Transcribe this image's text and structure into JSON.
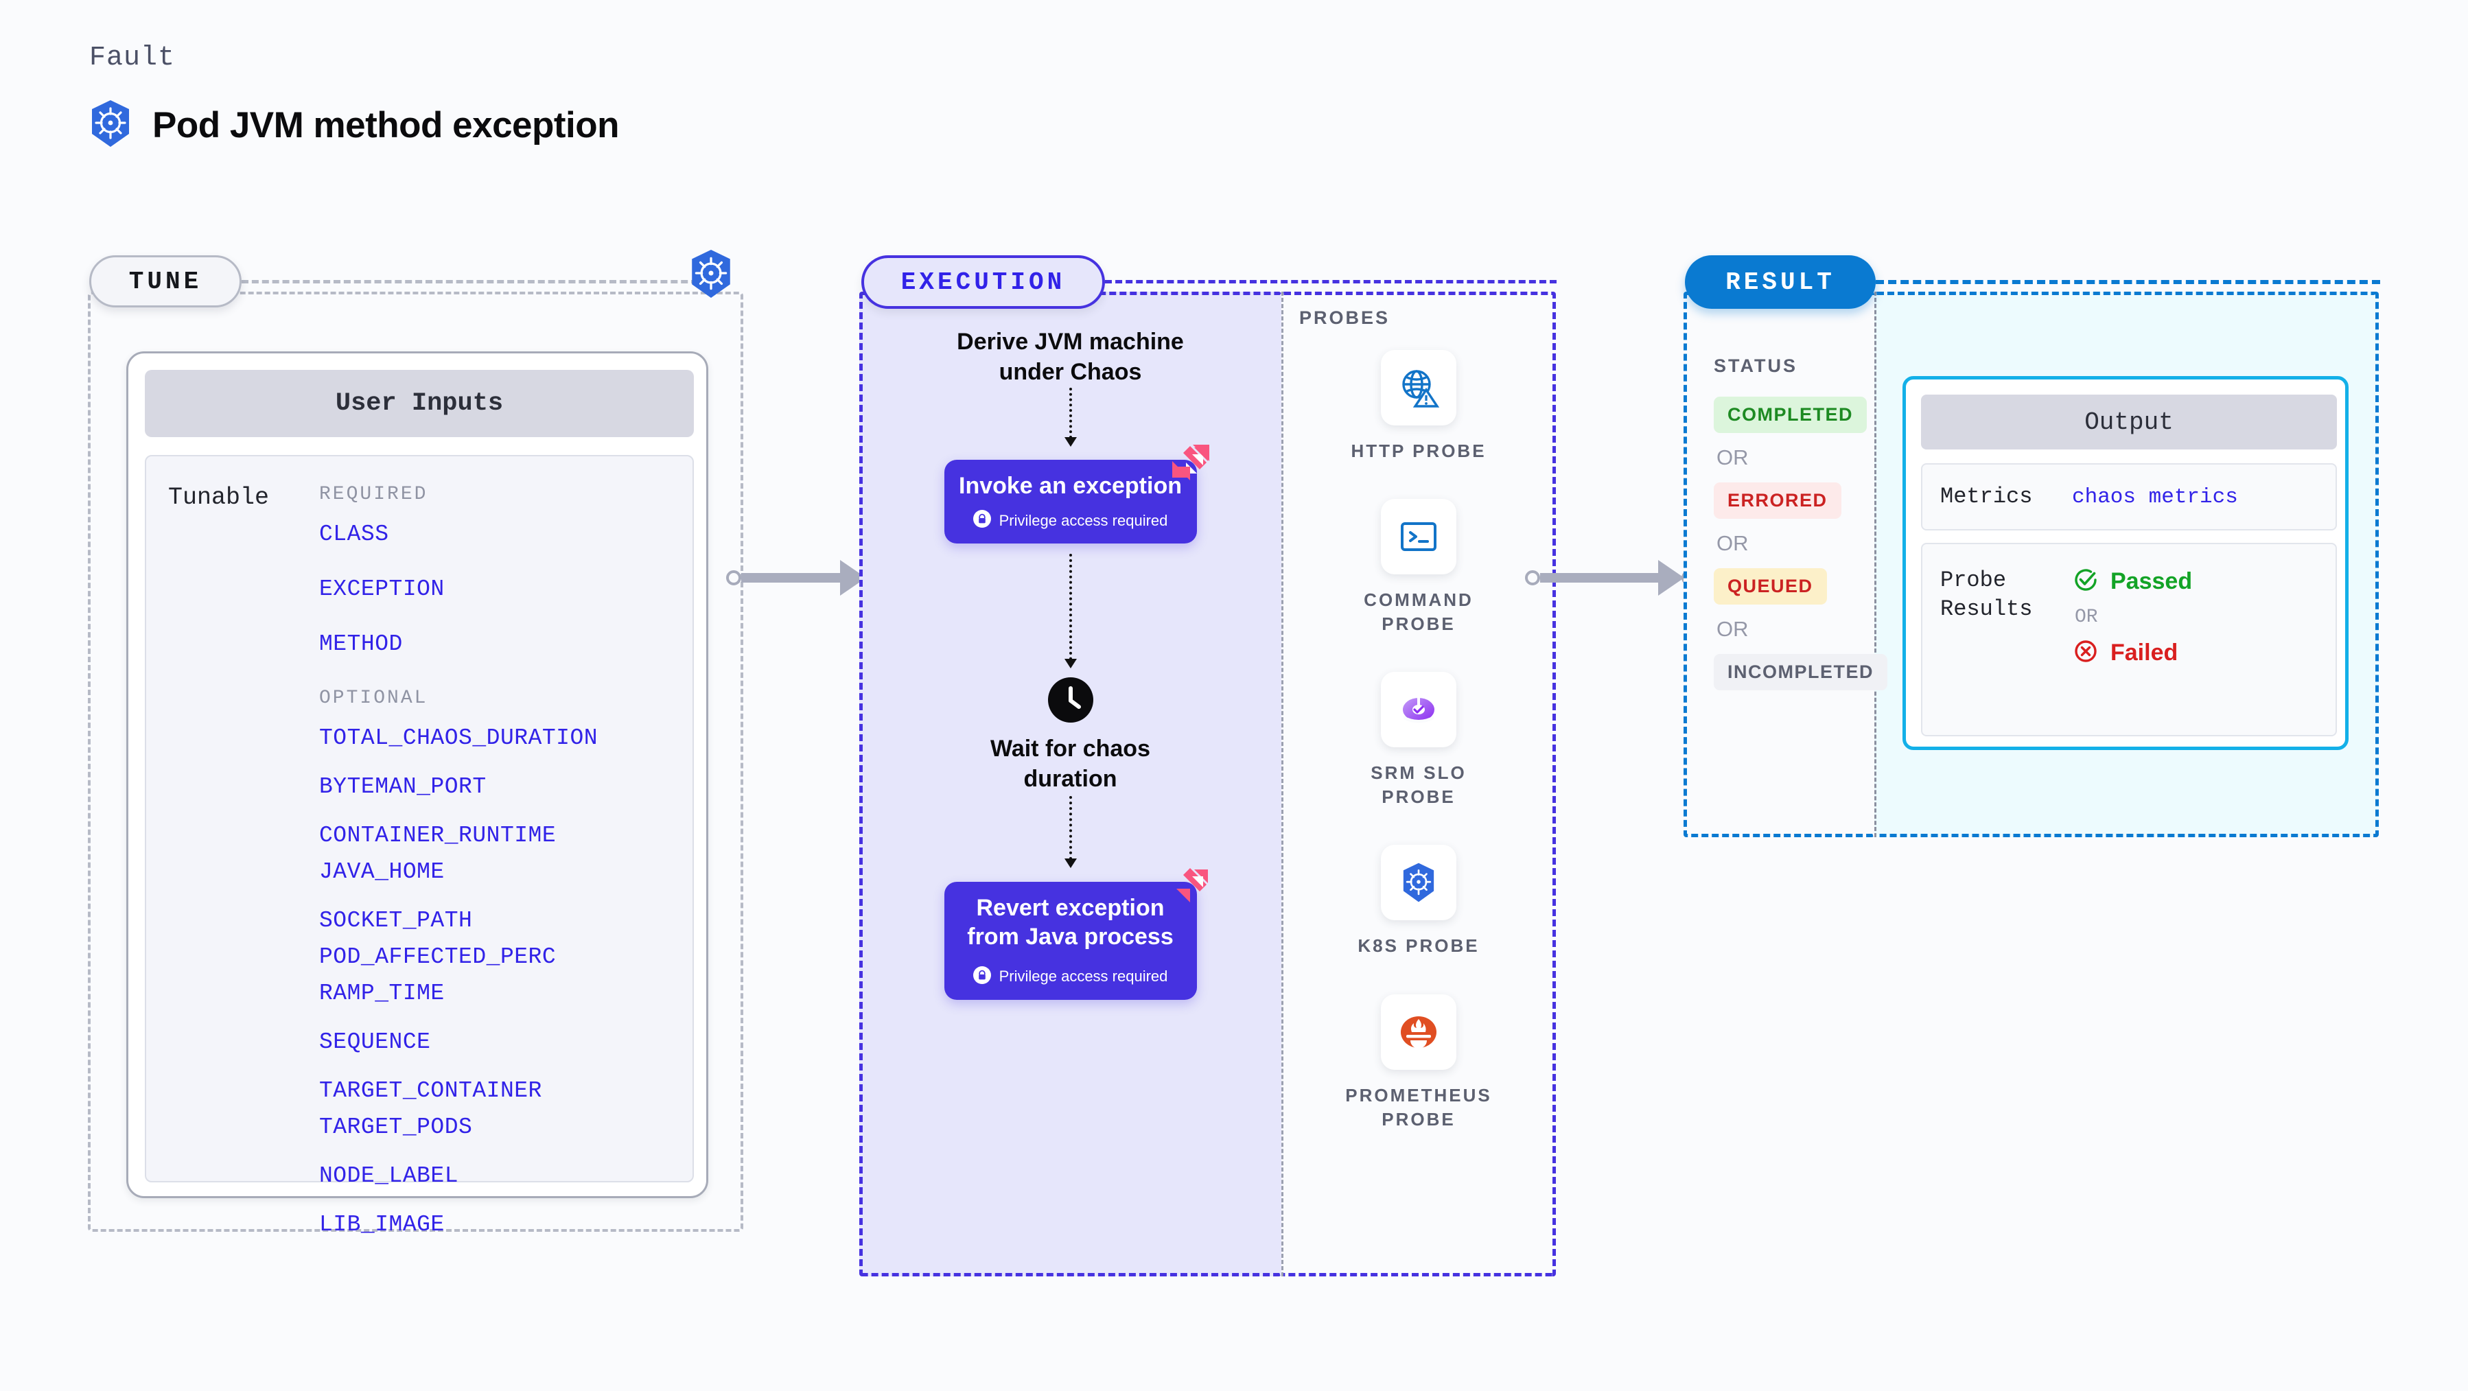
{
  "header": {
    "fault_label": "Fault",
    "title": "Pod JVM method exception",
    "icon": "kubernetes-icon"
  },
  "tune": {
    "pill_label": "TUNE",
    "badge_icon": "kubernetes-icon",
    "card": {
      "header": "User Inputs",
      "side_label": "Tunable",
      "groups": [
        {
          "label": "REQUIRED",
          "params": [
            "CLASS",
            "EXCEPTION",
            "METHOD"
          ]
        },
        {
          "label": "OPTIONAL",
          "params": [
            "TOTAL_CHAOS_DURATION",
            "BYTEMAN_PORT",
            "CONTAINER_RUNTIME",
            "JAVA_HOME",
            "SOCKET_PATH",
            "POD_AFFECTED_PERC",
            "RAMP_TIME",
            "SEQUENCE",
            "TARGET_CONTAINER",
            "TARGET_PODS",
            "NODE_LABEL",
            "LIB_IMAGE"
          ]
        }
      ]
    }
  },
  "execution": {
    "pill_label": "EXECUTION",
    "steps": {
      "derive": "Derive JVM machine\nunder Chaos",
      "invoke_title": "Invoke an exception",
      "invoke_note": "Privilege access required",
      "wait_title": "Wait for chaos\nduration",
      "wait_icon": "clock-icon",
      "revert_title": "Revert exception\nfrom Java process",
      "revert_note": "Privilege access required",
      "badge_icon": "harness-logo-icon",
      "lock_icon": "lock-icon"
    }
  },
  "probes": {
    "label": "PROBES",
    "items": [
      {
        "name": "HTTP  PROBE",
        "icon": "globe-warning-icon"
      },
      {
        "name": "COMMAND\nPROBE",
        "icon": "terminal-icon"
      },
      {
        "name": "SRM  SLO\nPROBE",
        "icon": "srm-slo-icon"
      },
      {
        "name": "K8S  PROBE",
        "icon": "kubernetes-icon"
      },
      {
        "name": "PROMETHEUS\nPROBE",
        "icon": "prometheus-icon"
      }
    ]
  },
  "result": {
    "pill_label": "RESULT",
    "status_label": "STATUS",
    "or_text": "OR",
    "statuses": [
      {
        "label": "COMPLETED",
        "bg": "#dcf5dc",
        "fg": "#1d8a22"
      },
      {
        "label": "ERRORED",
        "bg": "#fdeaea",
        "fg": "#cb2222"
      },
      {
        "label": "QUEUED",
        "bg": "#fcf0c9",
        "fg": "#cb2222"
      },
      {
        "label": "INCOMPLETED",
        "bg": "#f0f1f5",
        "fg": "#5c6070"
      }
    ]
  },
  "output": {
    "header": "Output",
    "metrics_key": "Metrics",
    "metrics_value": "chaos metrics",
    "probe_results_key": "Probe\nResults",
    "passed_label": "Passed",
    "failed_label": "Failed",
    "or_text": "OR",
    "passed_color": "#13a326",
    "failed_color": "#d91f1f",
    "passed_icon": "check-circle-icon",
    "failed_icon": "x-circle-icon"
  },
  "connectors": {
    "tune_to_execution": "arrow-right",
    "probes_to_result": "arrow-right"
  }
}
